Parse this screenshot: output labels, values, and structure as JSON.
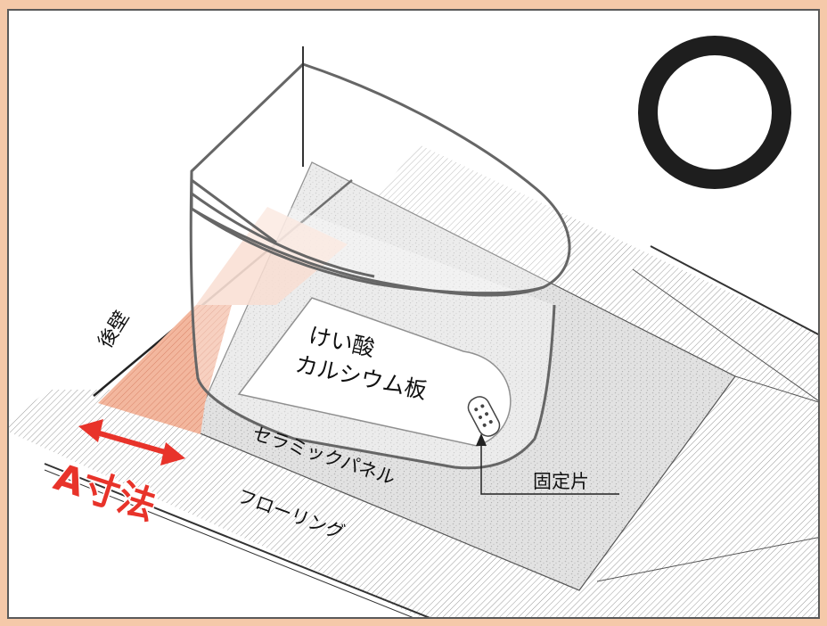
{
  "diagram": {
    "symbol": "○",
    "labels": {
      "back_wall": "後壁",
      "board": [
        "けい酸",
        "カルシウム板"
      ],
      "ceramic_panel": "セラミックパネル",
      "flooring": "フローリング",
      "fixing_piece": "固定片",
      "a_dimension": "A寸法"
    },
    "colors": {
      "page_border": "#f5c9a9",
      "accent_red": "#e8332a",
      "highlight_salmon": "#f3b79e",
      "outline": "#5a5a5a"
    }
  }
}
